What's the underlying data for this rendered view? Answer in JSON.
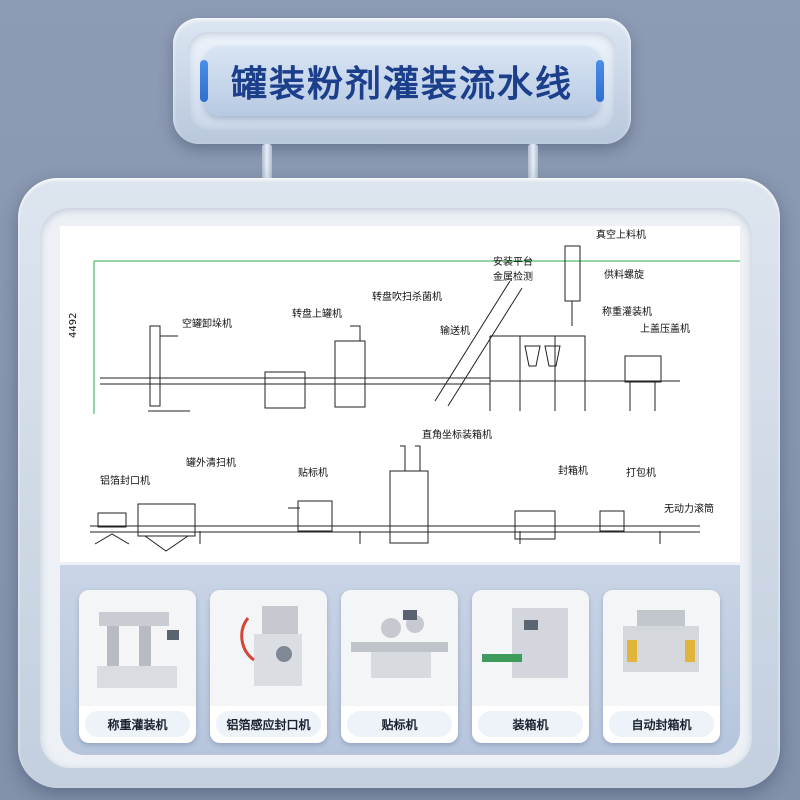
{
  "title": "罐装粉剂灌装流水线",
  "diagram": {
    "height_mark": "4492",
    "top_row": [
      "空罐卸垛机",
      "转盘上罐机",
      "转盘吹扫杀菌机",
      "输送机",
      "安装平台",
      "金属检测",
      "真空上料机",
      "供料螺旋",
      "称重灌装机",
      "上盖压盖机"
    ],
    "bottom_row": [
      "铝箔封口机",
      "罐外清扫机",
      "贴标机",
      "直角坐标装箱机",
      "封箱机",
      "打包机",
      "无动力滚筒"
    ]
  },
  "cards": [
    {
      "label": "称重灌装机",
      "icon": "filling-machine-photo"
    },
    {
      "label": "铝箔感应封口机",
      "icon": "sealing-machine-photo"
    },
    {
      "label": "贴标机",
      "icon": "labeling-machine-photo"
    },
    {
      "label": "装箱机",
      "icon": "case-packer-photo"
    },
    {
      "label": "自动封箱机",
      "icon": "carton-sealer-photo"
    }
  ]
}
